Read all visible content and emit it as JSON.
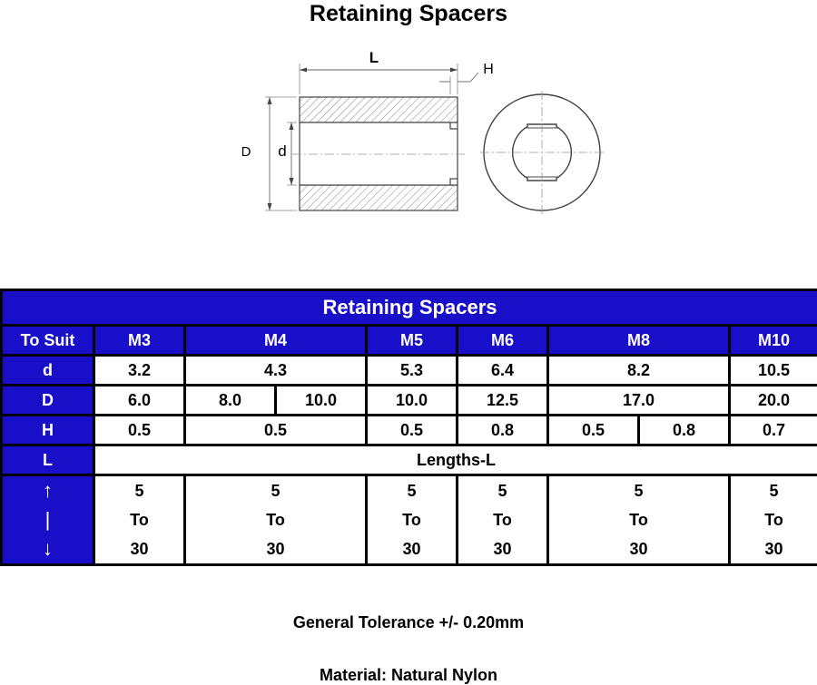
{
  "title": "Retaining Spacers",
  "drawing": {
    "label_L": "L",
    "label_H": "H",
    "label_D": "D",
    "label_d": "d"
  },
  "table": {
    "title": "Retaining Spacers",
    "row_labels": {
      "suit": "To Suit",
      "d": "d",
      "D": "D",
      "H": "H",
      "L": "L"
    },
    "suit": [
      "M3",
      "M4",
      "M5",
      "M6",
      "M8",
      "M10"
    ],
    "d": [
      "3.2",
      "4.3",
      "5.3",
      "6.4",
      "8.2",
      "10.5"
    ],
    "D": [
      "6.0",
      "8.0",
      "10.0",
      "10.0",
      "12.5",
      "17.0",
      "20.0"
    ],
    "H": [
      "0.5",
      "0.5",
      "0.5",
      "0.8",
      "0.5",
      "0.8",
      "0.7"
    ],
    "lengths_label": "Lengths-L",
    "arrows": [
      "↑",
      "|",
      "↓"
    ],
    "length_range": {
      "min": "5",
      "to": "To",
      "max": "30"
    }
  },
  "notes": {
    "tolerance": "General Tolerance +/- 0.20mm",
    "material": "Material: Natural Nylon"
  }
}
